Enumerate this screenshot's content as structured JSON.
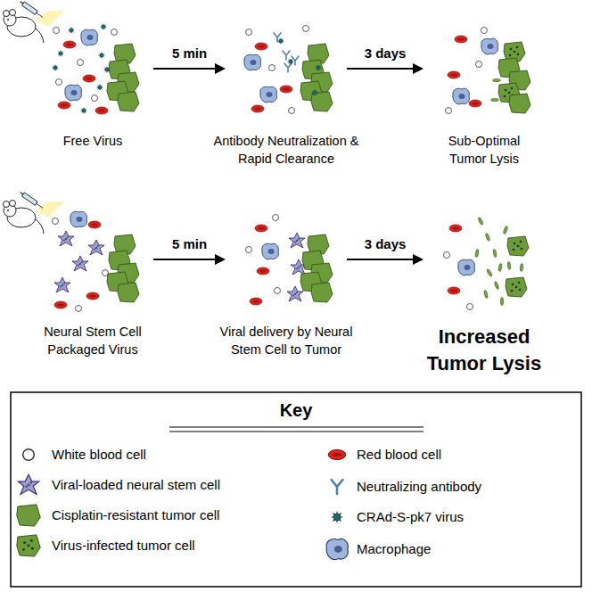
{
  "diagram": {
    "nodes": [
      {
        "text": [
          "Free Virus"
        ]
      },
      {
        "text": [
          "Antibody Neutralization & Rapid Clearance"
        ]
      },
      {
        "text": [
          "Sub-Optimal Tumor Lysis"
        ]
      },
      {
        "text": [
          "Neural Stem Cell Packaged Virus"
        ]
      },
      {
        "text": [
          "Viral delivery by Neural Stem Cell to Tumor"
        ]
      },
      {
        "text": [
          "Increased Tumor Lysis"
        ]
      }
    ],
    "edges": [
      {
        "from": 0,
        "to": 1,
        "label": "5 min",
        "arrow": "to"
      },
      {
        "from": 1,
        "to": 2,
        "label": "3 days",
        "arrow": "to"
      },
      {
        "from": 3,
        "to": 4,
        "label": "5 min",
        "arrow": "to"
      },
      {
        "from": 4,
        "to": 5,
        "label": "3 days",
        "arrow": "to"
      }
    ],
    "labels": [
      "Key"
    ],
    "legend": [
      {
        "text": "White blood cell"
      },
      {
        "text": "Red blood cell"
      },
      {
        "text": "Viral-loaded neural stem cell"
      },
      {
        "text": "Neutralizing antibody"
      },
      {
        "text": "Cisplatin-resistant tumor cell"
      },
      {
        "text": "CRAd-S-pk7 virus"
      },
      {
        "text": "Virus-infected tumor cell"
      },
      {
        "text": "Macrophage"
      }
    ]
  }
}
